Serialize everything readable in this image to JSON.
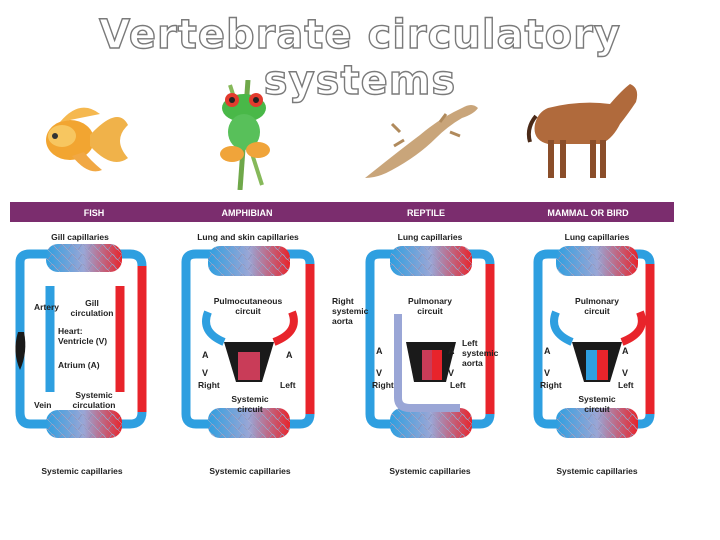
{
  "title": "Vertebrate circulatory systems",
  "animals": [
    "goldfish-icon",
    "frog-icon",
    "lizard-icon",
    "horse-icon"
  ],
  "colors": {
    "header": "#7b2d6e",
    "oxygenated": "#e8242b",
    "deoxygenated": "#2e9fe0",
    "mixed": "#9aa6d6",
    "heart": "#1a1a1a"
  },
  "headers": [
    "FISH",
    "AMPHIBIAN",
    "REPTILE",
    "MAMMAL OR BIRD"
  ],
  "fish": {
    "top": "Gill capillaries",
    "artery": "Artery",
    "gill1": "Gill",
    "gill2": "circulation",
    "heart1": "Heart:",
    "heart2": "Ventricle (V)",
    "atrium": "Atrium (A)",
    "sys1": "Systemic",
    "sys2": "circulation",
    "vein": "Vein",
    "bottom": "Systemic capillaries"
  },
  "amphibian": {
    "top": "Lung and skin capillaries",
    "pul1": "Pulmocutaneous",
    "pul2": "circuit",
    "a_left": "A",
    "a_right": "A",
    "v": "V",
    "right": "Right",
    "left": "Left",
    "sys1": "Systemic",
    "sys2": "circuit",
    "bottom": "Systemic capillaries"
  },
  "reptile": {
    "top": "Lung capillaries",
    "pul1": "Pulmonary",
    "pul2": "circuit",
    "rsa1": "Right",
    "rsa2": "systemic",
    "rsa3": "aorta",
    "lsa1": "Left",
    "lsa2": "systemic",
    "lsa3": "aorta",
    "a_left": "A",
    "a_right": "A",
    "v_left": "V",
    "v_right": "V",
    "right": "Right",
    "left": "Left",
    "bottom": "Systemic capillaries"
  },
  "mammal": {
    "top": "Lung capillaries",
    "pul1": "Pulmonary",
    "pul2": "circuit",
    "a_left": "A",
    "a_right": "A",
    "v_left": "V",
    "v_right": "V",
    "right": "Right",
    "left": "Left",
    "sys1": "Systemic",
    "sys2": "circuit",
    "bottom": "Systemic capillaries"
  }
}
